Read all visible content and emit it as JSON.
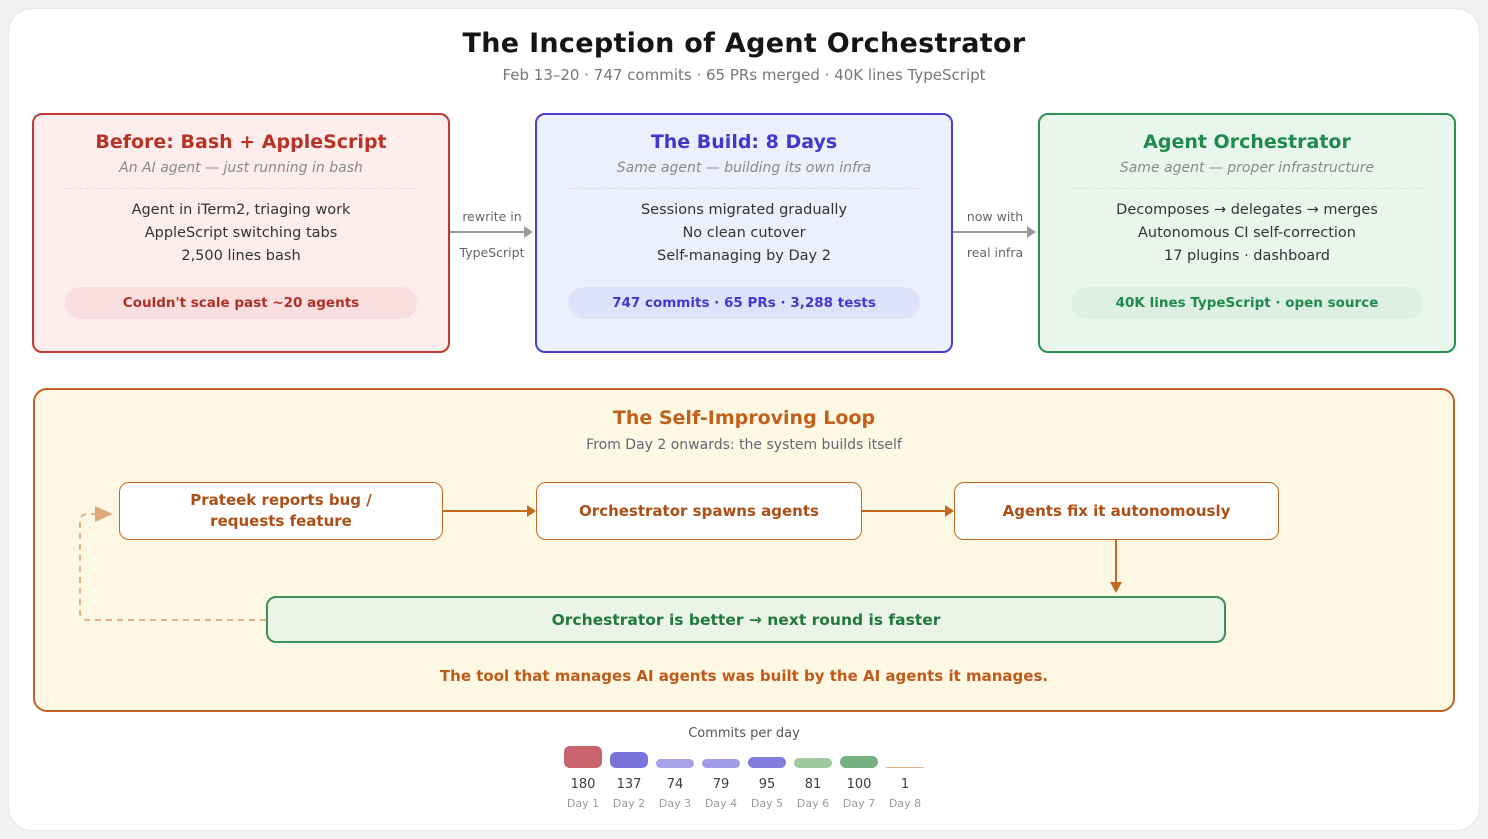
{
  "page": {
    "title": "The Inception of Agent Orchestrator",
    "subtitle": "Feb 13–20 · 747 commits · 65 PRs merged · 40K lines TypeScript"
  },
  "top_boxes": [
    {
      "title": "Before: Bash + AppleScript",
      "subtitle": "An AI agent — just running in bash",
      "lines": [
        "Agent in iTerm2, triaging work",
        "AppleScript switching tabs",
        "2,500 lines bash"
      ],
      "badge": "Couldn't scale past ~20 agents",
      "accent": "#b93226"
    },
    {
      "title": "The Build: 8 Days",
      "subtitle": "Same agent — building its own infra",
      "lines": [
        "Sessions migrated gradually",
        "No clean cutover",
        "Self-managing by Day 2"
      ],
      "badge": "747 commits · 65 PRs · 3,288 tests",
      "accent": "#4437cd"
    },
    {
      "title": "Agent Orchestrator",
      "subtitle": "Same agent — proper infrastructure",
      "lines": [
        "Decomposes → delegates → merges",
        "Autonomous CI self-correction",
        "17 plugins · dashboard"
      ],
      "badge": "40K lines TypeScript · open source",
      "accent": "#1e8a4c"
    }
  ],
  "connectors": [
    {
      "top": "rewrite in",
      "bottom": "TypeScript"
    },
    {
      "top": "now with",
      "bottom": "real infra"
    }
  ],
  "loop": {
    "title": "The Self-Improving Loop",
    "subtitle": "From Day 2 onwards: the system builds itself",
    "accent": "#c2611c",
    "nodes": [
      {
        "lines": [
          "Prateek reports bug /",
          "requests feature"
        ]
      },
      {
        "lines": [
          "Orchestrator spawns agents"
        ]
      },
      {
        "lines": [
          "Agents fix it autonomously"
        ]
      }
    ],
    "result": "Orchestrator is better → next round is faster",
    "result_accent": "#217a3c",
    "tagline": "The tool that manages AI agents was built by the AI agents it manages."
  },
  "chart_data": {
    "type": "bar",
    "title": "Commits per day",
    "categories": [
      "Day 1",
      "Day 2",
      "Day 3",
      "Day 4",
      "Day 5",
      "Day 6",
      "Day 7",
      "Day 8"
    ],
    "values": [
      180,
      137,
      74,
      79,
      95,
      81,
      100,
      1
    ],
    "colors": [
      "#c9646c",
      "#7b73dc",
      "#a8a2e9",
      "#a29ce6",
      "#847cdf",
      "#9dca9f",
      "#76b181",
      "#e8b083"
    ],
    "xlabel": "",
    "ylabel": "",
    "ylim": [
      0,
      180
    ],
    "grid": false
  }
}
